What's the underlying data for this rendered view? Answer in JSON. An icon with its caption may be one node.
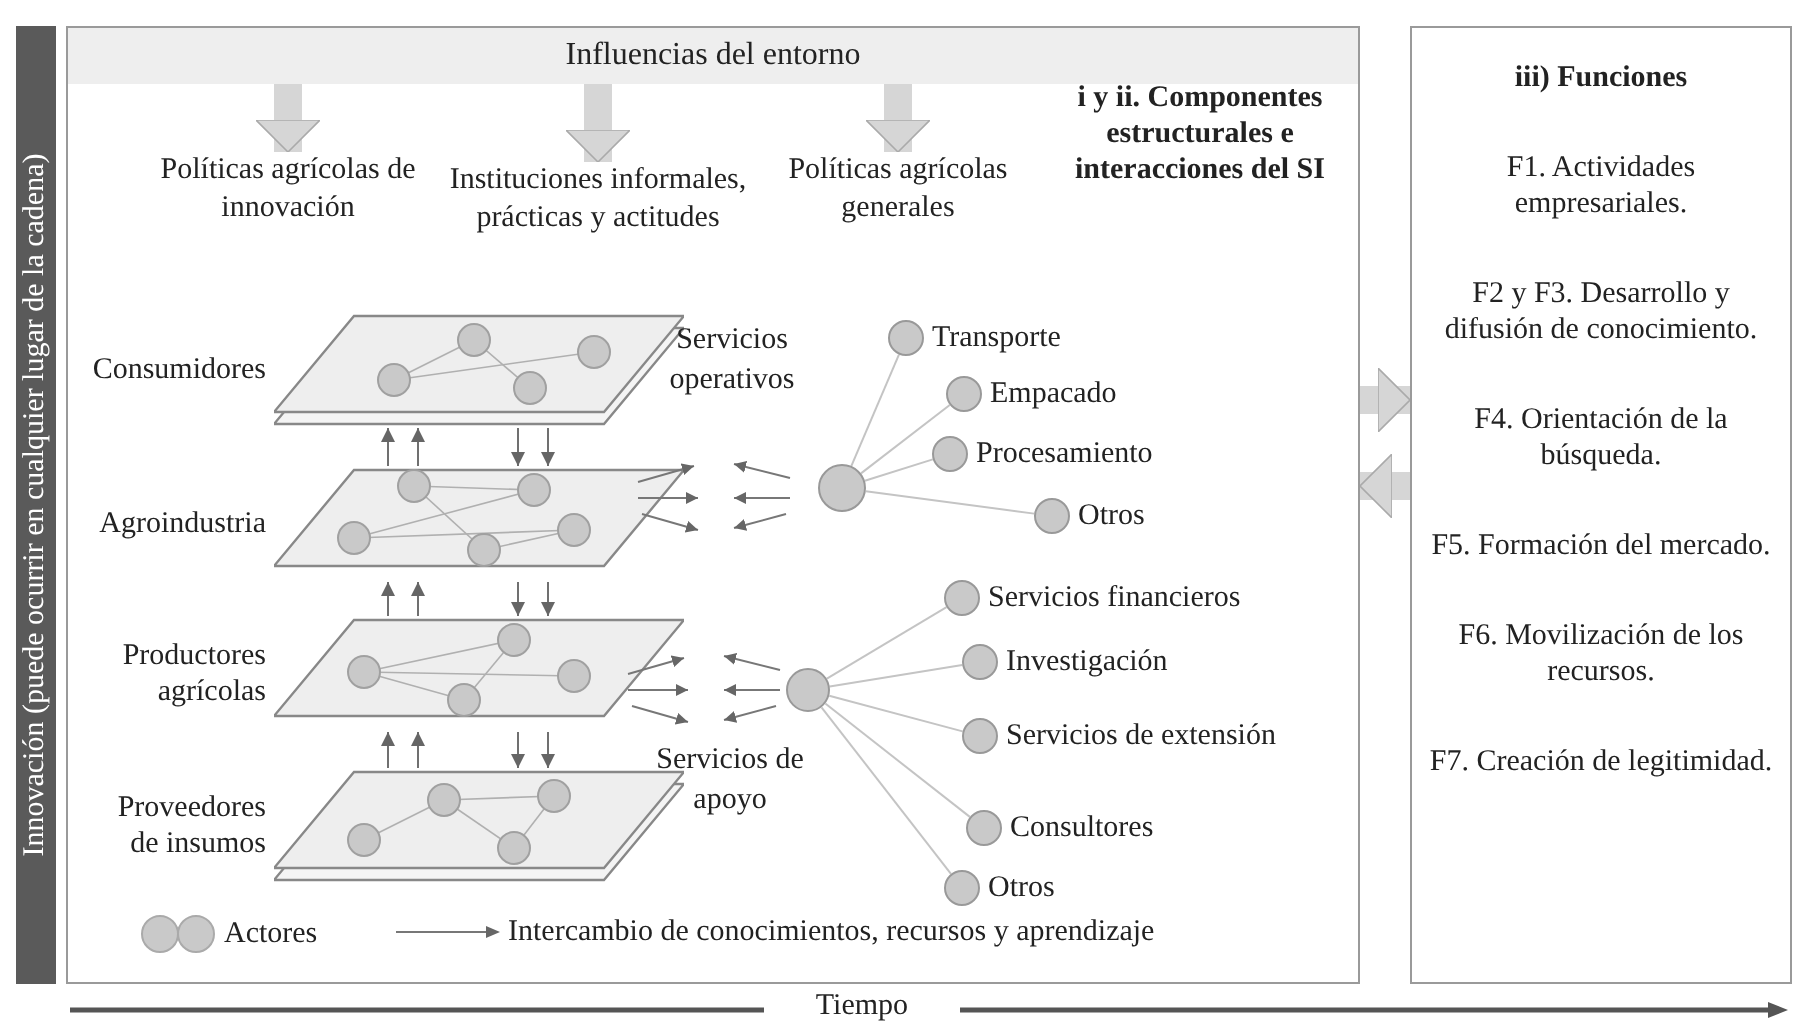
{
  "diagram": {
    "nodes": [
      {
        "text": [
          "Innovación (puede ocurrir en cualquier lugar de la cadena)"
        ]
      },
      {
        "text": [],
        "shape": "box"
      },
      {
        "text": [
          "Influencias del entorno"
        ],
        "in": 1
      },
      {
        "text": [
          "Políticas agrícolas de innovación"
        ],
        "in": 1
      },
      {
        "text": [
          "Instituciones informales, prácticas y actitudes"
        ],
        "in": 1
      },
      {
        "text": [
          "Políticas agrícolas generales"
        ],
        "in": 1
      },
      {
        "text": [
          "Consumidores"
        ],
        "in": 1
      },
      {
        "text": [
          "Agroindustria"
        ],
        "in": 1
      },
      {
        "text": [
          "Productores agrícolas"
        ],
        "in": 1
      },
      {
        "text": [
          "Proveedores de insumos"
        ],
        "in": 1
      },
      {
        "text": [],
        "shape": "circle",
        "in": 1
      },
      {
        "text": [
          "Transporte"
        ],
        "in": 1
      },
      {
        "text": [
          "Empacado"
        ],
        "in": 1
      },
      {
        "text": [
          "Procesamiento"
        ],
        "in": 1
      },
      {
        "text": [
          "Otros"
        ],
        "in": 1
      },
      {
        "text": [],
        "shape": "circle",
        "in": 1
      },
      {
        "text": [
          "Servicios financieros"
        ],
        "in": 1
      },
      {
        "text": [
          "Investigación"
        ],
        "in": 1
      },
      {
        "text": [
          "Servicios de extensión"
        ],
        "in": 1
      },
      {
        "text": [
          "Consultores"
        ],
        "in": 1
      },
      {
        "text": [
          "Otros"
        ],
        "in": 1
      },
      {
        "text": [
          "iii) Funciones",
          "F1. Actividades empresariales.",
          "F2 y F3. Desarrollo y difusión de conocimiento.",
          "F4. Orientación de la búsqueda.",
          "F5. Formación del mercado.",
          "F6. Movilización de los recursos.",
          "F7. Creación de legitimidad."
        ]
      }
    ],
    "edges": [
      {
        "from": 2,
        "to": 3,
        "arrow": "to",
        "style": "thick",
        "color": "#d6d6d6"
      },
      {
        "from": 2,
        "to": 4,
        "arrow": "to",
        "style": "thick",
        "color": "#d6d6d6"
      },
      {
        "from": 2,
        "to": 5,
        "arrow": "to",
        "style": "thick",
        "color": "#d6d6d6"
      },
      {
        "from": 7,
        "to": 6,
        "arrow": "to"
      },
      {
        "from": 7,
        "to": 6,
        "arrow": "to"
      },
      {
        "from": 6,
        "to": 7,
        "arrow": "to"
      },
      {
        "from": 6,
        "to": 7,
        "arrow": "to"
      },
      {
        "from": 8,
        "to": 7,
        "arrow": "to"
      },
      {
        "from": 8,
        "to": 7,
        "arrow": "to"
      },
      {
        "from": 7,
        "to": 8,
        "arrow": "to"
      },
      {
        "from": 7,
        "to": 8,
        "arrow": "to"
      },
      {
        "from": 9,
        "to": 8,
        "arrow": "to"
      },
      {
        "from": 9,
        "to": 8,
        "arrow": "to"
      },
      {
        "from": 8,
        "to": 9,
        "arrow": "to"
      },
      {
        "from": 8,
        "to": 9,
        "arrow": "to"
      },
      {
        "from": 10,
        "to": 11,
        "arrow": "none",
        "color": "#c4c4c4"
      },
      {
        "from": 10,
        "to": 12,
        "arrow": "none",
        "color": "#c4c4c4"
      },
      {
        "from": 10,
        "to": 13,
        "arrow": "none",
        "color": "#c4c4c4"
      },
      {
        "from": 10,
        "to": 14,
        "arrow": "none",
        "color": "#c4c4c4"
      },
      {
        "from": 15,
        "to": 16,
        "arrow": "none",
        "color": "#c4c4c4"
      },
      {
        "from": 15,
        "to": 17,
        "arrow": "none",
        "color": "#c4c4c4"
      },
      {
        "from": 15,
        "to": 18,
        "arrow": "none",
        "color": "#c4c4c4"
      },
      {
        "from": 15,
        "to": 19,
        "arrow": "none",
        "color": "#c4c4c4"
      },
      {
        "from": 15,
        "to": 20,
        "arrow": "none",
        "color": "#c4c4c4"
      },
      {
        "from": 1,
        "to": 21,
        "arrow": "to",
        "style": "thick",
        "color": "#d6d6d6"
      },
      {
        "from": 21,
        "to": 1,
        "arrow": "to",
        "style": "thick",
        "color": "#d6d6d6"
      }
    ],
    "labels": [
      "i y ii. Componentes estructurales e interacciones del SI",
      "Servicios operativos",
      "Servicios de apoyo",
      "Tiempo"
    ],
    "legend": [
      {
        "text": "Actores"
      },
      {
        "text": "Intercambio de conocimientos, recursos y aprendizaje"
      }
    ]
  }
}
